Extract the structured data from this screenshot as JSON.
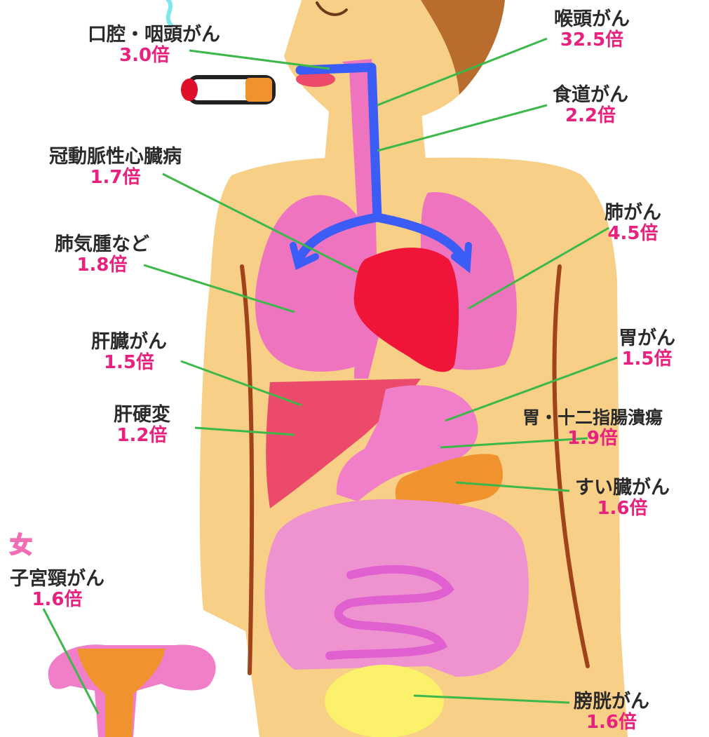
{
  "colors": {
    "skin": "#f8cf86",
    "hair": "#b86d2e",
    "lung": "#ef74c0",
    "heart": "#f01438",
    "liver": "#ec4a6a",
    "stomach": "#f07ec8",
    "pancreas": "#f0932e",
    "intestine": "#ee92d0",
    "bladder": "#fbf16a",
    "airway": "#3b5df5",
    "leader_line": "#3cb84a",
    "value_text": "#e8207e",
    "female_mark": "#f06fb4"
  },
  "icons": [
    "cigarette-icon",
    "smoke-icon",
    "female-icon"
  ],
  "female_mark": "女",
  "labels": [
    {
      "id": "mouth-pharynx-cancer",
      "name": "口腔・咽頭がん",
      "value": "3.0倍"
    },
    {
      "id": "larynx-cancer",
      "name": "喉頭がん",
      "value": "32.5倍"
    },
    {
      "id": "esophageal-cancer",
      "name": "食道がん",
      "value": "2.2倍"
    },
    {
      "id": "coronary-heart-disease",
      "name": "冠動脈性心臓病",
      "value": "1.7倍"
    },
    {
      "id": "emphysema",
      "name": "肺気腫など",
      "value": "1.8倍"
    },
    {
      "id": "lung-cancer",
      "name": "肺がん",
      "value": "4.5倍"
    },
    {
      "id": "liver-cancer",
      "name": "肝臓がん",
      "value": "1.5倍"
    },
    {
      "id": "stomach-cancer",
      "name": "胃がん",
      "value": "1.5倍"
    },
    {
      "id": "cirrhosis",
      "name": "肝硬変",
      "value": "1.2倍"
    },
    {
      "id": "peptic-ulcer",
      "name": "胃・十二指腸潰瘍",
      "value": "1.9倍"
    },
    {
      "id": "pancreatic-cancer",
      "name": "すい臓がん",
      "value": "1.6倍"
    },
    {
      "id": "cervical-cancer",
      "name": "子宮頸がん",
      "value": "1.6倍"
    },
    {
      "id": "bladder-cancer",
      "name": "膀胱がん",
      "value": "1.6倍"
    }
  ]
}
